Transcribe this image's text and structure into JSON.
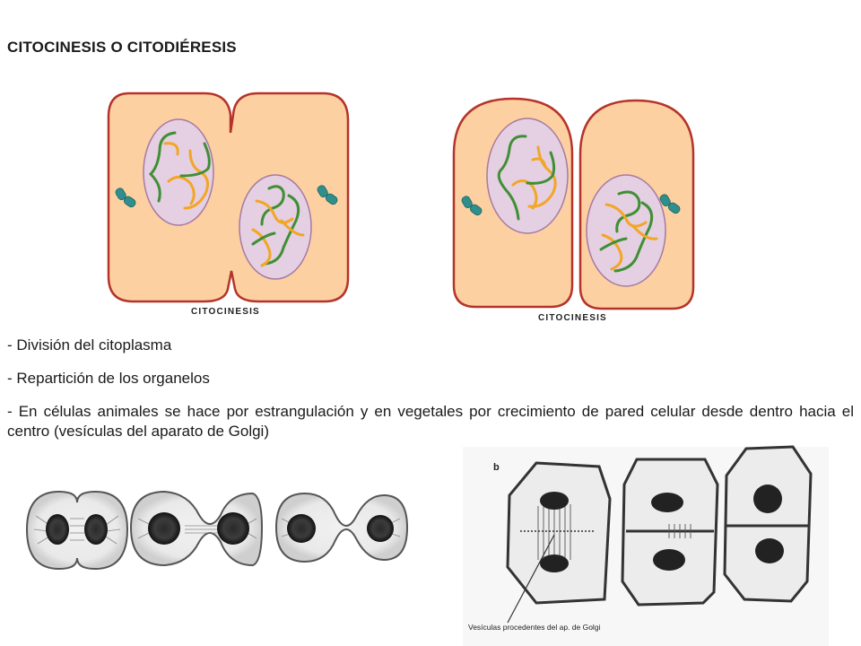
{
  "title": "CITOCINESIS O CITODIÉRESIS",
  "diagram_labels": {
    "left": "CITOCINESIS",
    "right": "CITOCINESIS",
    "plant_panel_letter": "b",
    "plant_caption": "Vesículas procedentes del ap. de Golgi"
  },
  "bullets": [
    "- División del citoplasma",
    "- Repartición de los organelos",
    "- En células animales se hace por estrangulación y en vegetales por crecimiento de pared celular desde dentro hacia el centro (vesículas del aparato de Golgi)"
  ],
  "colors": {
    "cytoplasm": "#fdd0a2",
    "membrane": "#b5342a",
    "nucleus": "#e5cfe2",
    "nucleus_border": "#a67aa0",
    "chromosome_green": "#3f8f34",
    "chromosome_orange": "#f2a626",
    "centriole": "#2f8f8c"
  }
}
